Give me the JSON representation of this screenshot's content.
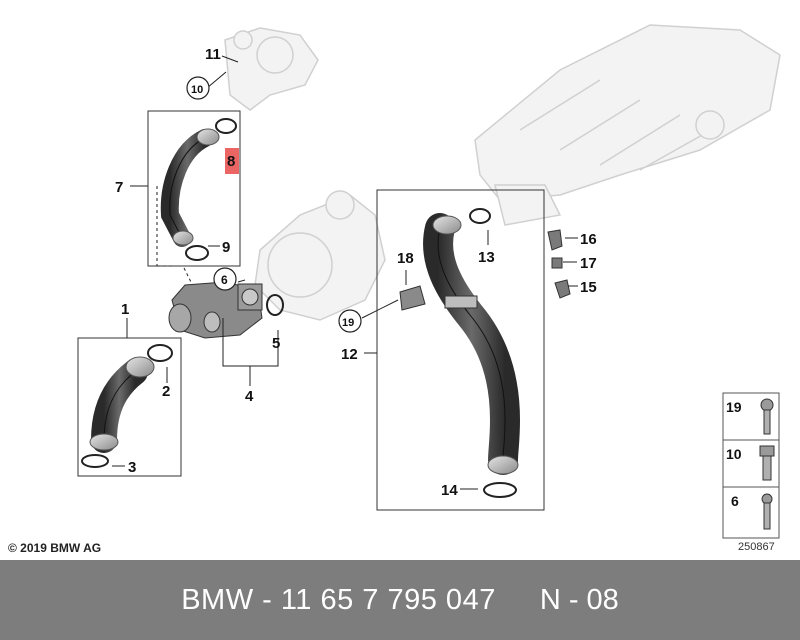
{
  "callouts": {
    "c1": "1",
    "c2": "2",
    "c3": "3",
    "c4": "4",
    "c5": "5",
    "c6": "6",
    "c7": "7",
    "c8": "8",
    "c9": "9",
    "c10": "10",
    "c11": "11",
    "c12": "12",
    "c13": "13",
    "c14": "14",
    "c15": "15",
    "c16": "16",
    "c17": "17",
    "c18": "18",
    "c19": "19"
  },
  "hardware_legend": [
    "19",
    "10",
    "6"
  ],
  "highlight_color": "#e84a4a",
  "copyright": "© 2019 BMW AG",
  "drawing_number": "250867",
  "footer": {
    "part_number": "BMW - 11 65 7 795 047",
    "item_code": "N - 08"
  }
}
